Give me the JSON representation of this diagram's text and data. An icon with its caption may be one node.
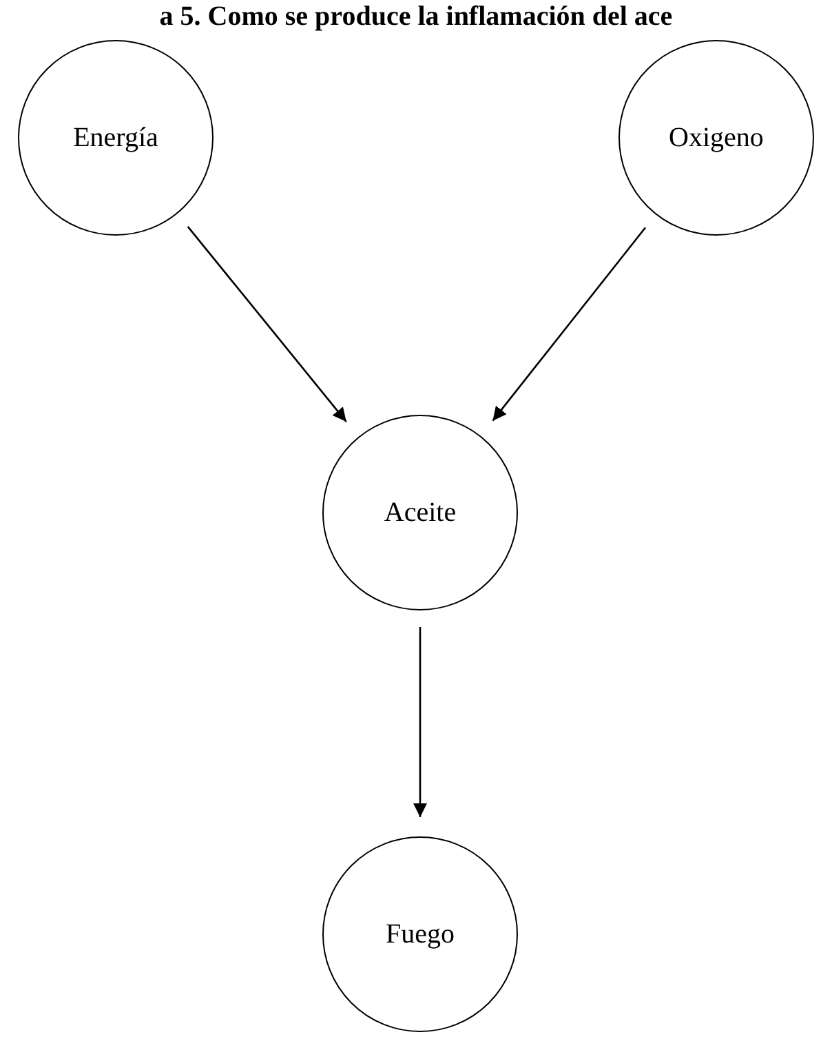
{
  "diagram": {
    "title": "a 5. Como se produce la inflamación del ace",
    "nodes": [
      {
        "text": [
          "Energía"
        ]
      },
      {
        "text": [
          "Oxigeno"
        ]
      },
      {
        "text": [
          "Aceite"
        ]
      },
      {
        "text": [
          "Fuego"
        ]
      }
    ],
    "edges": [
      {
        "from": 0,
        "to": 2,
        "arrow": "to"
      },
      {
        "from": 1,
        "to": 2,
        "arrow": "to"
      },
      {
        "from": 2,
        "to": 3,
        "arrow": "to"
      }
    ]
  }
}
